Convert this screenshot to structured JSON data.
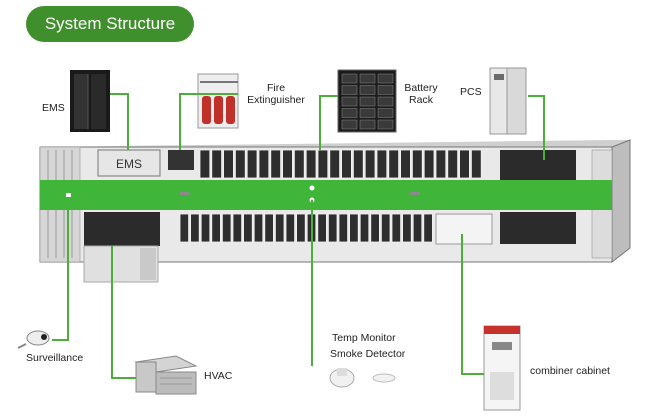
{
  "title": "System Structure",
  "components": {
    "ems": {
      "label": "EMS",
      "panel_label": "EMS"
    },
    "fire": {
      "label_line1": "Fire",
      "label_line2": "Extinguisher"
    },
    "battery": {
      "label_line1": "Battery",
      "label_line2": "Rack"
    },
    "pcs": {
      "label": "PCS"
    },
    "surveillance": {
      "label": "Surveillance"
    },
    "hvac": {
      "label": "HVAC"
    },
    "temp": {
      "label": "Temp Monitor"
    },
    "smoke": {
      "label": "Smoke Detector"
    },
    "combiner": {
      "label": "combiner cabinet"
    }
  },
  "colors": {
    "accent": "#3f8f2c",
    "band": "#3fb53a",
    "lead": "#4caf3a"
  }
}
